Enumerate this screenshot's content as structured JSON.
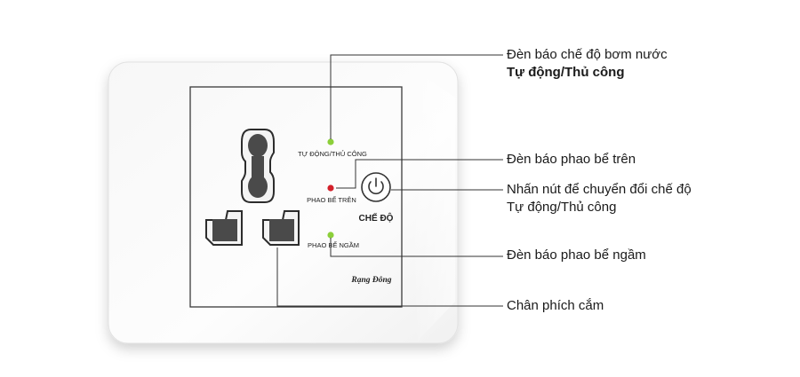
{
  "device": {
    "labels": {
      "auto_manual": "TỰ ĐỘNG/THỦ CÔNG",
      "upper_tank": "PHAO BỂ TRÊN",
      "mode": "CHẾ ĐỘ",
      "underground_tank": "PHAO BỂ NGẦM"
    },
    "brand_logo": "Rạng Đông",
    "indicator_colors": {
      "auto_manual": "#8ccf3a",
      "upper_tank": "#d3202a",
      "underground_tank": "#8ccf3a"
    },
    "icons": [
      "power-icon",
      "universal-socket-icon"
    ]
  },
  "callouts": {
    "mode_indicator": {
      "line1": "Đèn báo chế độ bơm nước",
      "line2": "Tự động/Thủ công"
    },
    "upper_tank_indicator": "Đèn báo phao bể trên",
    "mode_button": {
      "line1": "Nhấn nút để chuyển đổi chế độ",
      "line2": "Tự động/Thủ công"
    },
    "underground_tank_indicator": "Đèn báo phao bể ngầm",
    "plug_pins": "Chân phích cắm"
  }
}
